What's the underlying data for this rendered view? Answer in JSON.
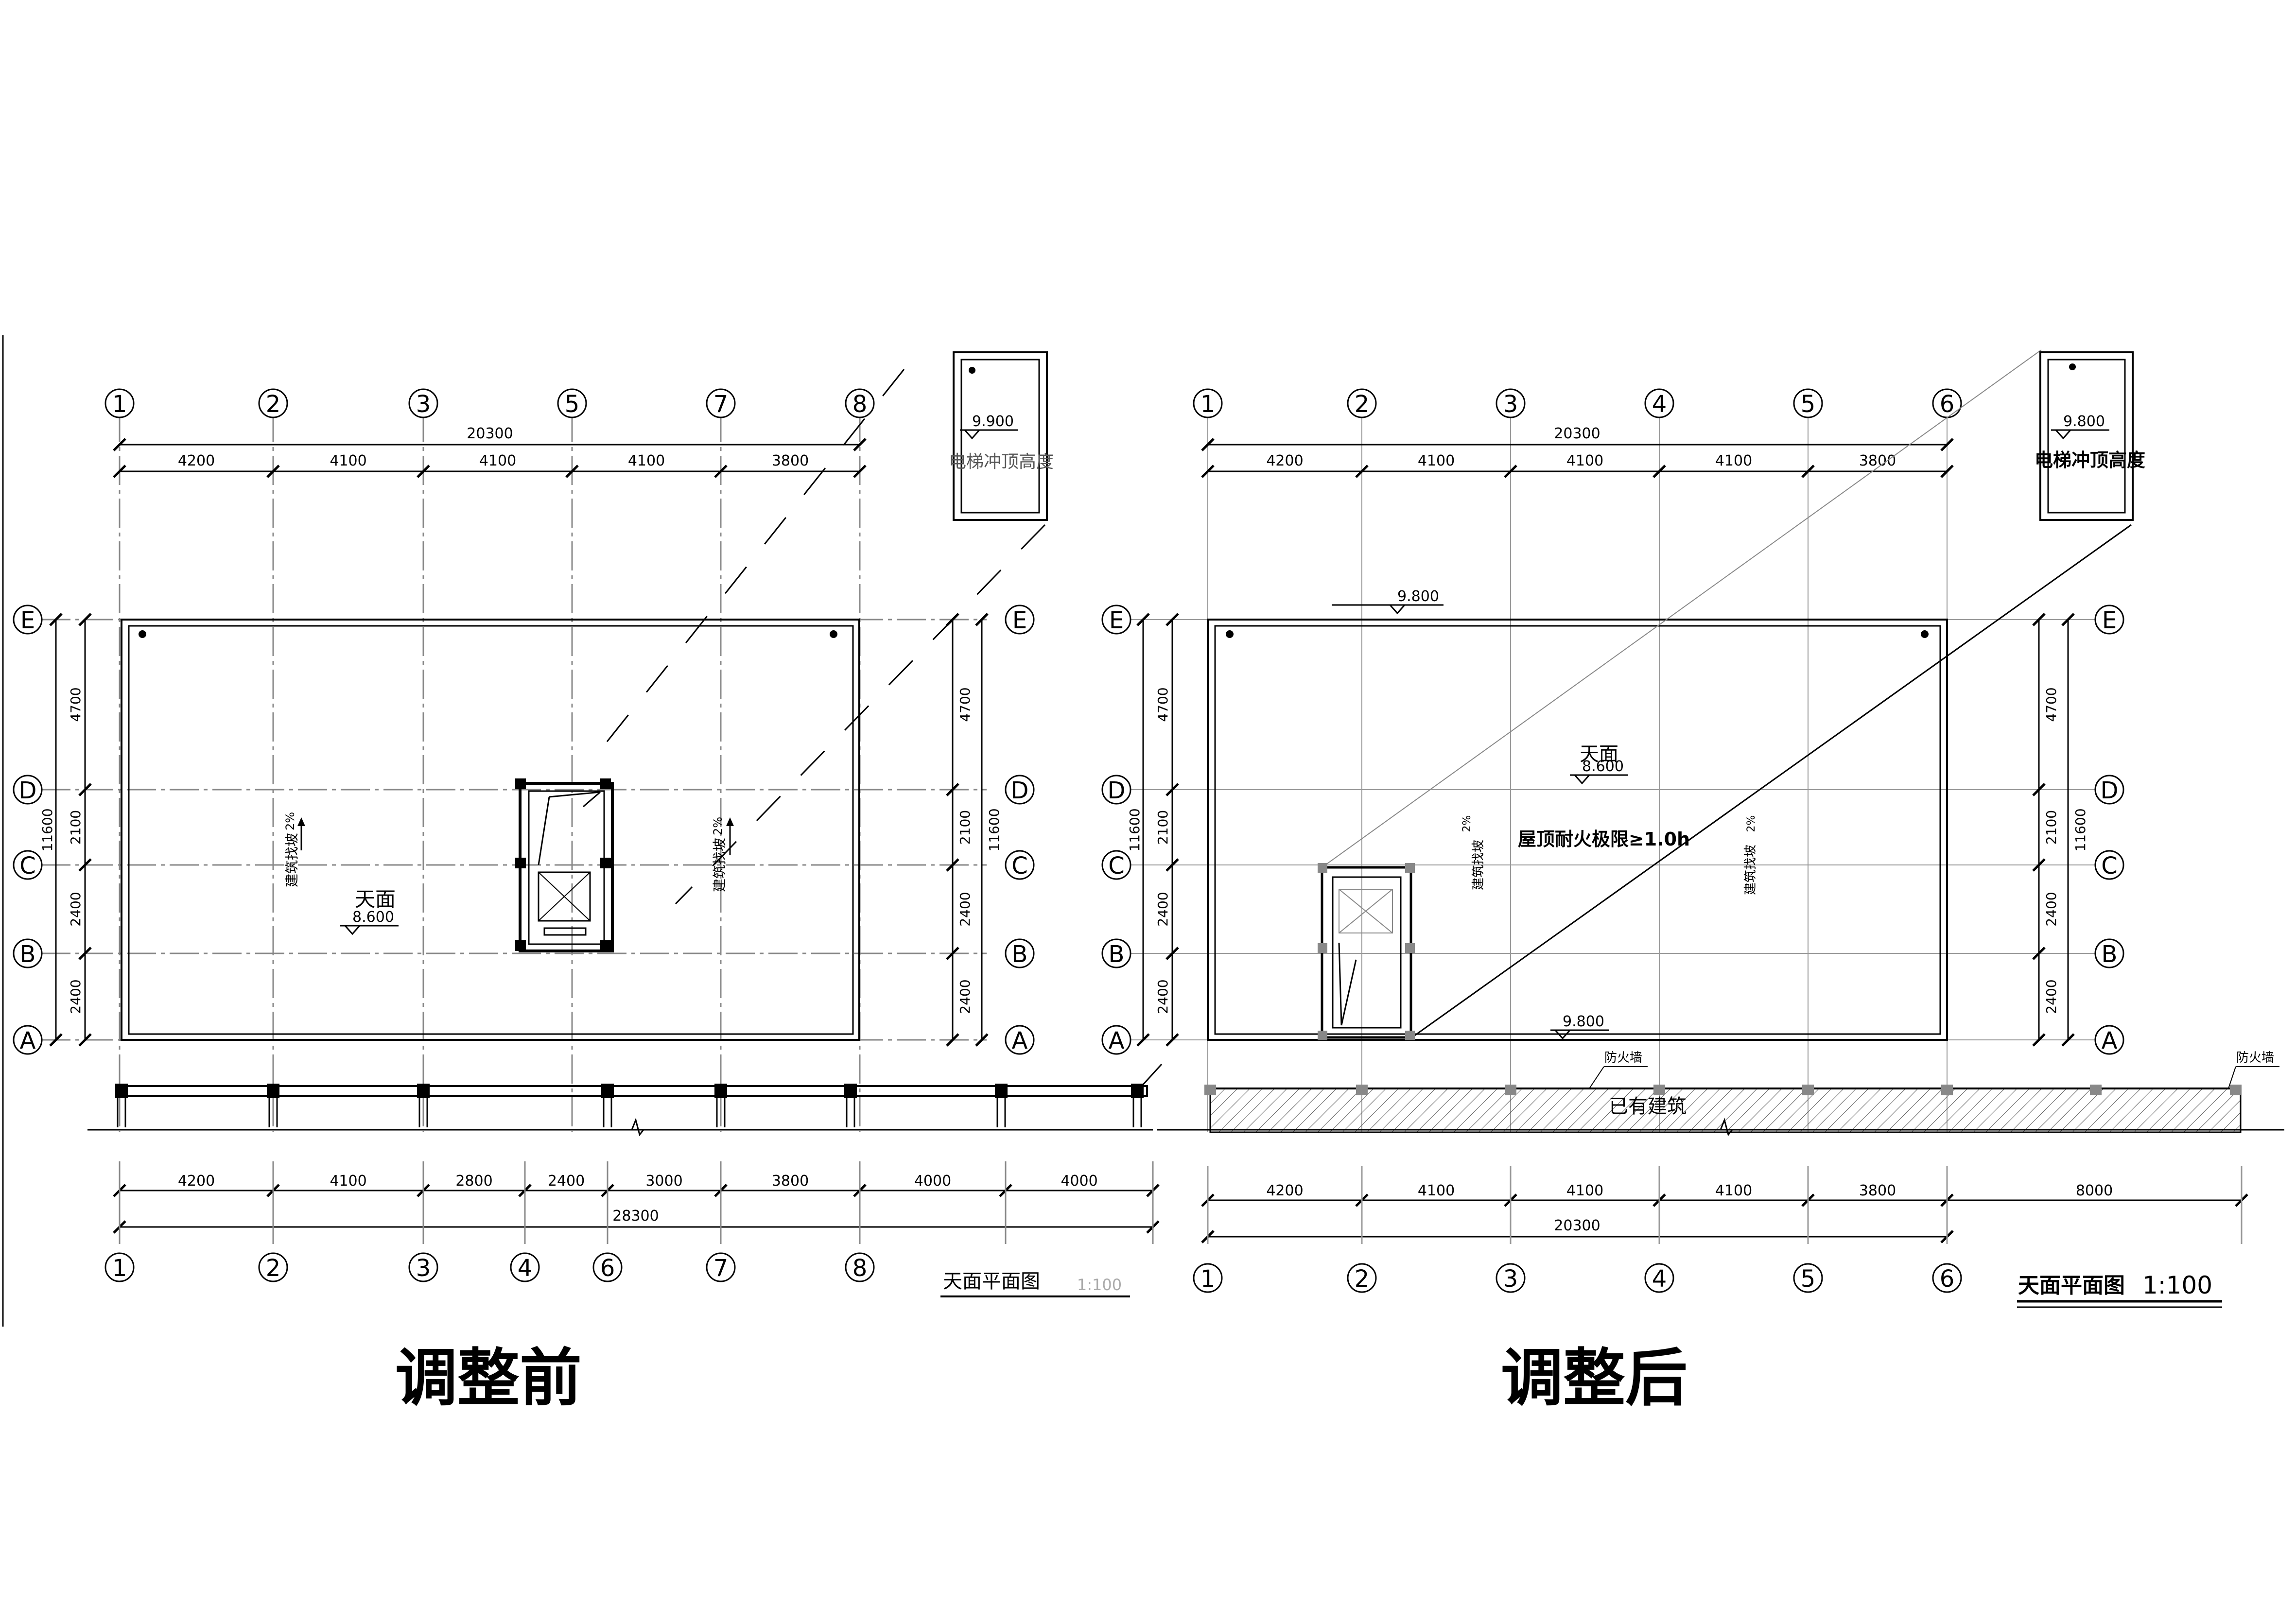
{
  "left": {
    "grid_axes_top": [
      "1",
      "2",
      "3",
      "5",
      "7",
      "8"
    ],
    "grid_axes_bottom": [
      "1",
      "2",
      "3",
      "4",
      "6",
      "7",
      "8"
    ],
    "row_axes": [
      "E",
      "D",
      "C",
      "B",
      "A"
    ],
    "top_total": "20300",
    "top_spans": [
      "4200",
      "4100",
      "4100",
      "4100",
      "3800"
    ],
    "bottom_spans": [
      "4200",
      "4100",
      "2800",
      "2400",
      "3000",
      "3800",
      "4000",
      "4000"
    ],
    "bottom_total": "28300",
    "row_dims": [
      "4700",
      "2100",
      "2400",
      "2400"
    ],
    "row_total": "11600",
    "roof_label": "天面",
    "roof_elev": "8.600",
    "slope_note": "建筑找坡",
    "slope_pct": "2%",
    "inset_elev": "9.900",
    "inset_label": "电梯冲顶高度",
    "title": "天面平面图",
    "scale": "1:100",
    "caption": "调整前"
  },
  "right": {
    "grid_axes": [
      "1",
      "2",
      "3",
      "4",
      "5",
      "6"
    ],
    "row_axes": [
      "E",
      "D",
      "C",
      "B",
      "A"
    ],
    "top_total": "20300",
    "top_spans": [
      "4200",
      "4100",
      "4100",
      "4100",
      "3800"
    ],
    "bottom_spans": [
      "4200",
      "4100",
      "4100",
      "4100",
      "3800",
      "8000"
    ],
    "bottom_total": "20300",
    "row_dims": [
      "4700",
      "2100",
      "2400",
      "2400"
    ],
    "row_total": "11600",
    "roof_label": "天面",
    "roof_elev": "8.600",
    "parapet_elev_top": "9.800",
    "parapet_elev_bottom": "9.800",
    "fire_note": "屋顶耐火极限≥1.0h",
    "slope_note": "建筑找坡",
    "slope_pct": "2%",
    "inset_elev": "9.800",
    "inset_label": "电梯冲顶高度",
    "fire_wall": "防火墙",
    "existing_building": "已有建筑",
    "title": "天面平面图",
    "scale": "1:100",
    "caption": "调整后"
  }
}
